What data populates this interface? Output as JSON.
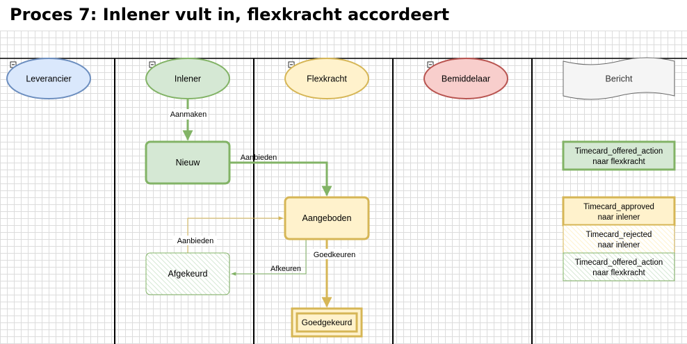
{
  "title": "Proces 7: Inlener vult in, flexkracht accordeert",
  "lanes": [
    {
      "name": "Leverancier",
      "fill": "#dae8fc",
      "stroke": "#6c8ebf"
    },
    {
      "name": "Inlener",
      "fill": "#d5e8d4",
      "stroke": "#82b366"
    },
    {
      "name": "Flexkracht",
      "fill": "#fff2cc",
      "stroke": "#d6b656"
    },
    {
      "name": "Bemiddelaar",
      "fill": "#f8cecc",
      "stroke": "#b85450"
    }
  ],
  "message_header": "Bericht",
  "states": {
    "nieuw": "Nieuw",
    "aangeboden": "Aangeboden",
    "afgekeurd": "Afgekeurd",
    "goedgekeurd": "Goedgekeurd"
  },
  "edge_labels": {
    "aanmaken": "Aanmaken",
    "aanbieden_1": "Aanbieden",
    "aanbieden_2": "Aanbieden",
    "afkeuren": "Afkeuren",
    "goedkeuren": "Goedkeuren"
  },
  "messages": [
    {
      "line1": "Timecard_offered_action",
      "line2": "naar flexkracht"
    },
    {
      "line1": "Timecard_approved",
      "line2": "naar inlener"
    },
    {
      "line1": "Timecard_rejected",
      "line2": "naar inlener"
    },
    {
      "line1": "Timecard_offered_action",
      "line2": "naar flexkracht"
    }
  ],
  "colors": {
    "green_stroke": "#82b366",
    "green_fill": "#d5e8d4",
    "yellow_stroke": "#d6b656",
    "yellow_fill": "#fff2cc",
    "grey_fill": "#f5f5f5",
    "grey_stroke": "#666666"
  }
}
